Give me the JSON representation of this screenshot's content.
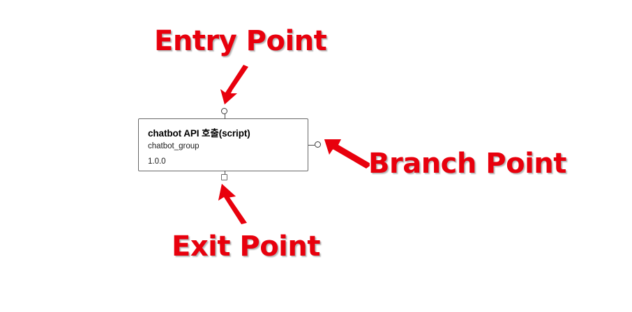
{
  "diagram": {
    "type": "flowchart-node-annotation",
    "background_color": "#ffffff",
    "accent_color": "#e8000d",
    "node": {
      "title": "chatbot API 호출(script)",
      "subtitle": "chatbot_group",
      "version": "1.0.0",
      "border_color": "#676767",
      "fill_color": "#ffffff"
    },
    "ports": [
      {
        "name": "entry-port",
        "shape": "circle",
        "position": "top",
        "label": "Entry Point"
      },
      {
        "name": "branch-port",
        "shape": "circle",
        "position": "right",
        "label": "Branch Point"
      },
      {
        "name": "exit-port",
        "shape": "square",
        "position": "bottom",
        "label": "Exit Point"
      }
    ],
    "callouts": {
      "entry": "Entry Point",
      "branch": "Branch Point",
      "exit": "Exit Point"
    },
    "arrows": [
      {
        "name": "entry-arrow",
        "direction": "down-left",
        "points_to": "entry-port"
      },
      {
        "name": "branch-arrow",
        "direction": "up-left",
        "points_to": "branch-port"
      },
      {
        "name": "exit-arrow",
        "direction": "up-left",
        "points_to": "exit-port"
      }
    ]
  }
}
